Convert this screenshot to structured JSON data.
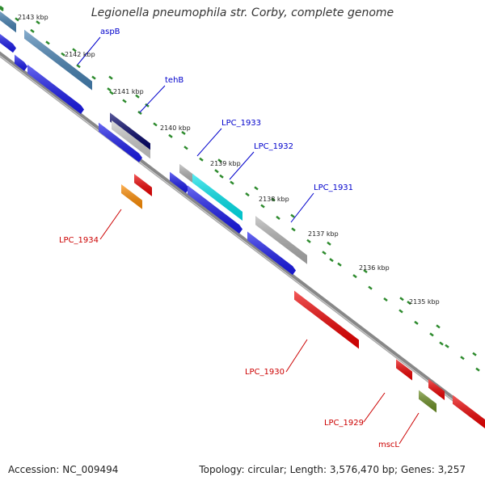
{
  "title": "Legionella pneumophila str. Corby, complete genome",
  "footer": {
    "accession": "Accession: NC_009494",
    "summary": "Topology: circular; Length: 3,576,470 bp; Genes: 3,257"
  },
  "colors": {
    "backbone": "#888888",
    "tick": "#2e8b2e",
    "label_plus": "#0000cc",
    "label_minus": "#cc0000"
  },
  "kbp_labels": [
    "2143 kbp",
    "2142 kbp",
    "2141 kbp",
    "2140 kbp",
    "2139 kbp",
    "2138 kbp",
    "2137 kbp",
    "2136 kbp",
    "2135 kbp"
  ],
  "features": [
    {
      "name": "aspB",
      "color": "#4682b4",
      "strand": "plus",
      "labeled": true
    },
    {
      "name": "tehB",
      "color": "#000066",
      "strand": "plus",
      "labeled": true
    },
    {
      "name": "LPC_1933",
      "color": "#b0b0b0",
      "strand": "plus",
      "labeled": true
    },
    {
      "name": "LPC_1932",
      "color": "#00e5ee",
      "strand": "plus",
      "labeled": true
    },
    {
      "name": "LPC_1931",
      "color": "#b0b0b0",
      "strand": "plus",
      "labeled": true
    },
    {
      "name": "LPC_1934",
      "color": "#ff8c00",
      "strand": "minus",
      "labeled": true
    },
    {
      "name": "LPC_1930",
      "color": "#ee0000",
      "strand": "minus",
      "labeled": true
    },
    {
      "name": "LPC_1929",
      "color": "#ee0000",
      "strand": "minus",
      "labeled": true
    },
    {
      "name": "mscL",
      "color": "#6b8e23",
      "strand": "minus",
      "labeled": true
    }
  ]
}
